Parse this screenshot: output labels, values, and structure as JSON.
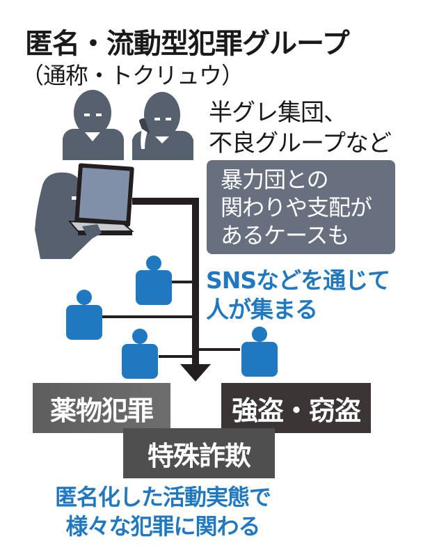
{
  "header": {
    "title": "匿名・流動型犯罪グループ",
    "subtitle": "（通称・トクリュウ）"
  },
  "top_group": {
    "line1": "半グレ集団、",
    "line2": "不良グループなど"
  },
  "yakuza_note": {
    "line1": "暴力団との",
    "line2": "関わりや支配が",
    "line3": "あるケースも"
  },
  "sns_note": {
    "line1": "SNSなどを通じて",
    "line2": "人が集まる"
  },
  "crimes": [
    {
      "label": "薬物犯罪",
      "color": "#666666"
    },
    {
      "label": "強盗・窃盗",
      "color": "#3b3536"
    },
    {
      "label": "特殊詐欺",
      "color": "#4f4f4f"
    }
  ],
  "conclusion": {
    "line1": "匿名化した活動実態で",
    "line2": "様々な犯罪に関わる"
  },
  "icons": {
    "leaders": [
      "hooded-man-icon",
      "man-on-phone-icon",
      "man-at-computer-icon"
    ],
    "recruits": [
      "person-icon",
      "person-icon",
      "person-icon",
      "person-icon"
    ],
    "flow": "down-arrow-icon"
  },
  "colors": {
    "leader_gray": "#57606e",
    "recruit_blue": "#1f78c0",
    "line_black": "#231f20",
    "text_blue": "#1f78c0"
  }
}
